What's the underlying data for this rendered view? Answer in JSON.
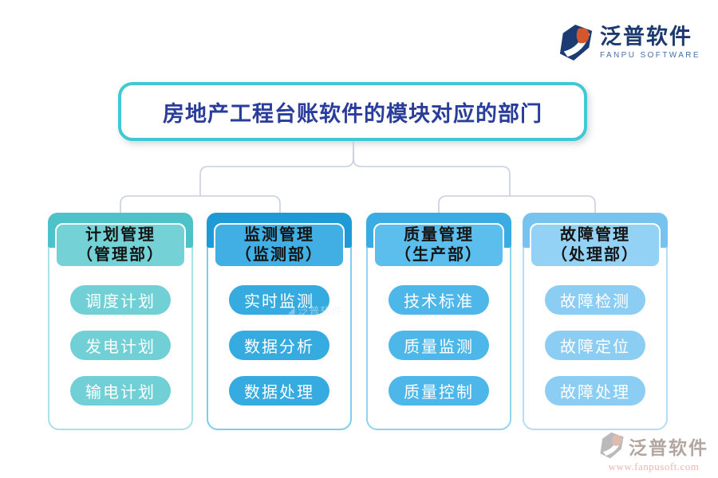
{
  "page": {
    "background": "#ffffff"
  },
  "brand_top": {
    "name": "泛普软件",
    "subtitle": "FANPU SOFTWARE"
  },
  "title": {
    "text": "房地产工程台账软件的模块对应的部门",
    "border_color": "#3ec9d3",
    "text_color": "#2a3d9b"
  },
  "connector_color": "#c9cfe0",
  "columns": [
    {
      "title": "计划管理",
      "dept": "（管理部）",
      "items": [
        "调度计划",
        "发电计划",
        "输电计划"
      ],
      "colors": {
        "header_dark": "#4DC2C9",
        "header_mid": "#74D2D7",
        "pill": "#70D0D5",
        "border": "#A9E2E5"
      }
    },
    {
      "title": "监测管理",
      "dept": "（监测部）",
      "items": [
        "实时监测",
        "数据分析",
        "数据处理"
      ],
      "colors": {
        "header_dark": "#1E9BD7",
        "header_mid": "#41AFE3",
        "pill": "#36ABE0",
        "border": "#7ECCEE"
      }
    },
    {
      "title": "质量管理",
      "dept": "（生产部）",
      "items": [
        "技术标准",
        "质量监测",
        "质量控制"
      ],
      "colors": {
        "header_dark": "#3BACE3",
        "header_mid": "#5BBEEC",
        "pill": "#4EB7E9",
        "border": "#92D3F2"
      }
    },
    {
      "title": "故障管理",
      "dept": "（处理部）",
      "items": [
        "故障检测",
        "故障定位",
        "故障处理"
      ],
      "colors": {
        "header_dark": "#77C3EF",
        "header_mid": "#94D2F5",
        "pill": "#8CCEF3",
        "border": "#B4DEF7"
      }
    }
  ],
  "watermark": {
    "text": "泛普软件"
  },
  "brand_bottom": {
    "name": "泛普软件",
    "url": "www.fanpusoft.com"
  }
}
